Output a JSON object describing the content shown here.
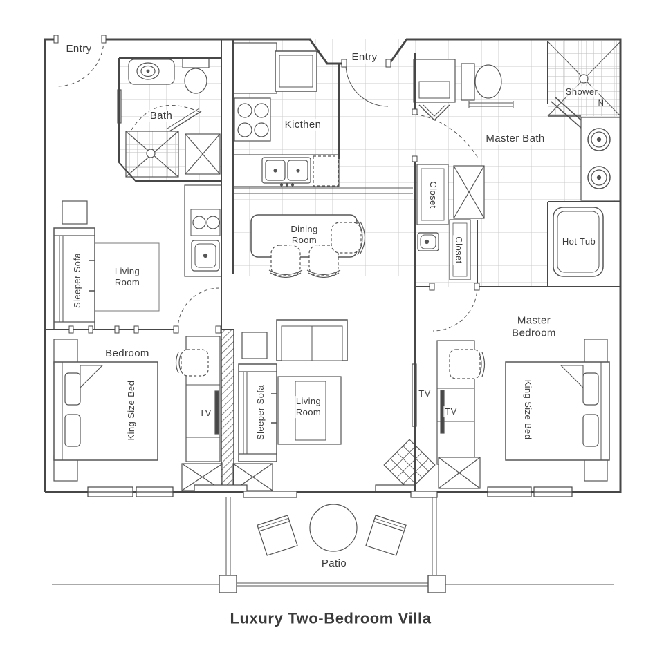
{
  "title": "Luxury Two-Bedroom Villa",
  "labels": {
    "entry_left": "Entry",
    "entry_top": "Entry",
    "bath": "Bath",
    "kitchen": "Kicthen",
    "shower": "Shower",
    "compass_n": "N",
    "master_bath": "Master Bath",
    "closet_upper": "Closet",
    "closet_lower": "Closet",
    "dining": {
      "l1": "Dining",
      "l2": "Room"
    },
    "hot_tub": "Hot Tub",
    "sleeper_sofa_left": "Sleeper Sofa",
    "living_left": {
      "l1": "Living",
      "l2": "Room"
    },
    "bedroom": "Bedroom",
    "king_left": "King Size Bed",
    "tv_bedroom": "TV",
    "sleeper_sofa_mid": "Sleeper Sofa",
    "living_mid": {
      "l1": "Living",
      "l2": "Room"
    },
    "master_bedroom": {
      "l1": "Master",
      "l2": "Bedroom"
    },
    "tv_wall": "TV",
    "tv_master": "TV",
    "king_master": "King Size Bed",
    "patio": "Patio"
  },
  "colors": {
    "ink": "#474747",
    "tile": "#c9c9c9",
    "text": "#3a3a3a"
  }
}
